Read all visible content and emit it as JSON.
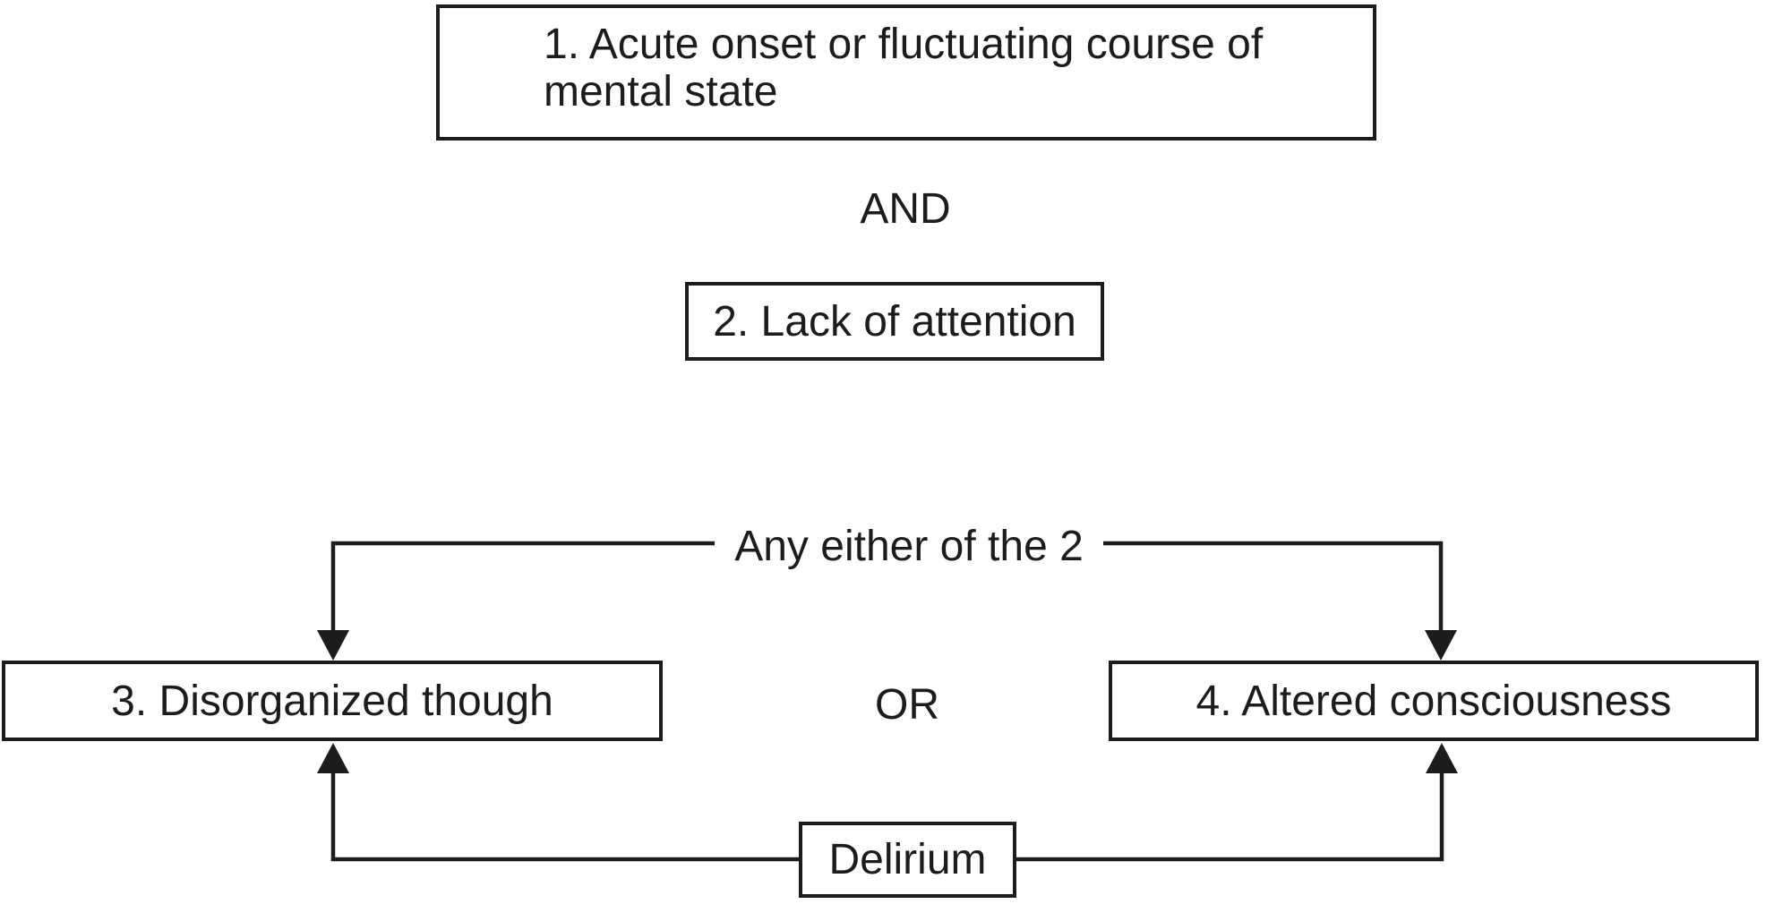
{
  "diagram": {
    "nodes": {
      "criterion1": {
        "line1": "1. Acute onset or fluctuating course of",
        "line2": "mental state"
      },
      "criterion2": {
        "label": "2. Lack of attention"
      },
      "criterion3": {
        "label": "3. Disorganized though"
      },
      "criterion4": {
        "label": "4. Altered consciousness"
      },
      "outcome": {
        "label": "Delirium"
      }
    },
    "labels": {
      "and": "AND",
      "any_either": "Any either of the 2",
      "or": "OR"
    }
  },
  "colors": {
    "ink": "#1c1c1c",
    "background": "#ffffff"
  }
}
